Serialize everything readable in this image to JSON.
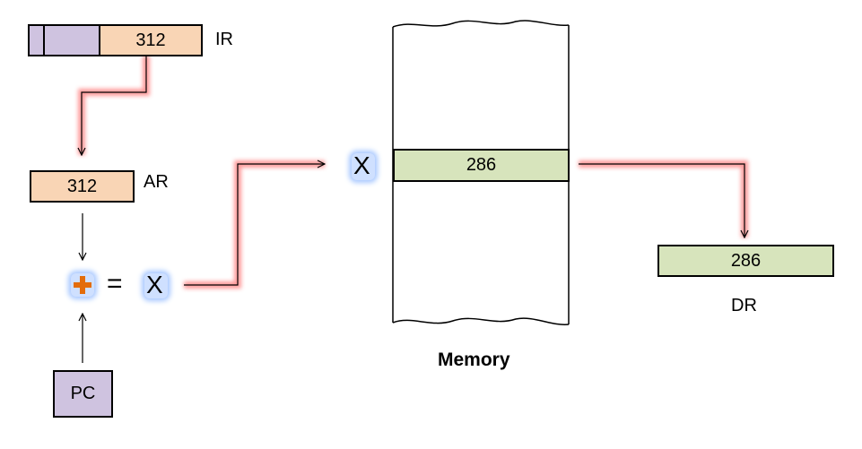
{
  "ir": {
    "value": "312",
    "label": "IR"
  },
  "ar": {
    "value": "312",
    "label": "AR"
  },
  "pc": {
    "label": "PC"
  },
  "operation": {
    "plus_symbol": "+",
    "equals_symbol": "=",
    "result": "X"
  },
  "memory": {
    "address_label": "X",
    "cell_value": "286",
    "caption": "Memory"
  },
  "dr": {
    "value": "286",
    "label": "DR"
  },
  "colors": {
    "ir_segment": "#cfc3e0",
    "ir_value": "#f9d5b5",
    "ar_fill": "#f9d5b5",
    "pc_fill": "#cfc3e0",
    "memory_cell": "#d7e4bc",
    "dr_fill": "#d7e4bc",
    "plus": "#e36c0a",
    "red_glow": "#ff8080",
    "purple_glow": "#b9a3e0",
    "blue_glow": "#7fb0ff"
  },
  "icons": {
    "plus": "plus-icon"
  }
}
